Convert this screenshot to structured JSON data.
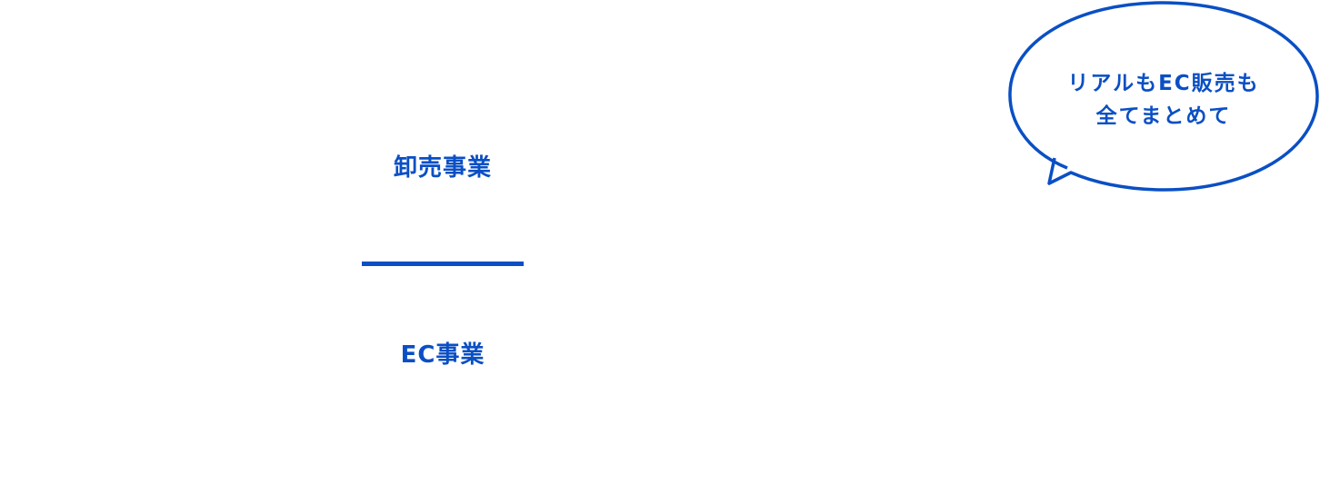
{
  "business": {
    "wholesale_label": "卸売事業",
    "ec_label": "EC事業"
  },
  "bubble": {
    "line1": "リアルもEC販売も",
    "line2": "全てまとめて"
  },
  "colors": {
    "accent": "#0a4fc4",
    "background": "#ffffff"
  }
}
